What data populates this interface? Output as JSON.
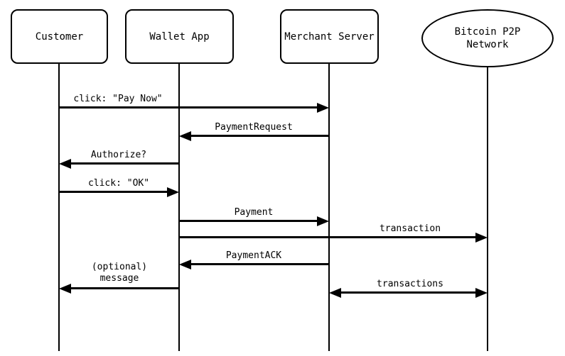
{
  "diagram": {
    "type": "sequence-diagram",
    "colors": {
      "line": "#000000",
      "text": "#000000",
      "background": "#ffffff"
    },
    "participants": [
      {
        "id": "customer",
        "label": "Customer",
        "shape": "rounded-rect"
      },
      {
        "id": "wallet-app",
        "label": "Wallet App",
        "shape": "rounded-rect"
      },
      {
        "id": "merchant-server",
        "label": "Merchant Server",
        "shape": "rounded-rect"
      },
      {
        "id": "bitcoin-p2p-network",
        "label": "Bitcoin P2P\nNetwork",
        "shape": "ellipse"
      }
    ],
    "messages": [
      {
        "label": "click: \"Pay Now\"",
        "from": "Customer",
        "to": "Merchant Server",
        "direction": "right"
      },
      {
        "label": "PaymentRequest",
        "from": "Merchant Server",
        "to": "Wallet App",
        "direction": "left"
      },
      {
        "label": "Authorize?",
        "from": "Wallet App",
        "to": "Customer",
        "direction": "left"
      },
      {
        "label": "click: \"OK\"",
        "from": "Customer",
        "to": "Wallet App",
        "direction": "right"
      },
      {
        "label": "Payment",
        "from": "Wallet App",
        "to": "Merchant Server",
        "direction": "right"
      },
      {
        "label": "transaction",
        "from": "Wallet App",
        "to": "Bitcoin P2P Network",
        "direction": "right"
      },
      {
        "label": "PaymentACK",
        "from": "Merchant Server",
        "to": "Wallet App",
        "direction": "left"
      },
      {
        "label": "(optional)\nmessage",
        "from": "Wallet App",
        "to": "Customer",
        "direction": "left"
      },
      {
        "label": "transactions",
        "from": "Merchant Server",
        "to": "Bitcoin P2P Network",
        "direction": "both"
      }
    ]
  }
}
